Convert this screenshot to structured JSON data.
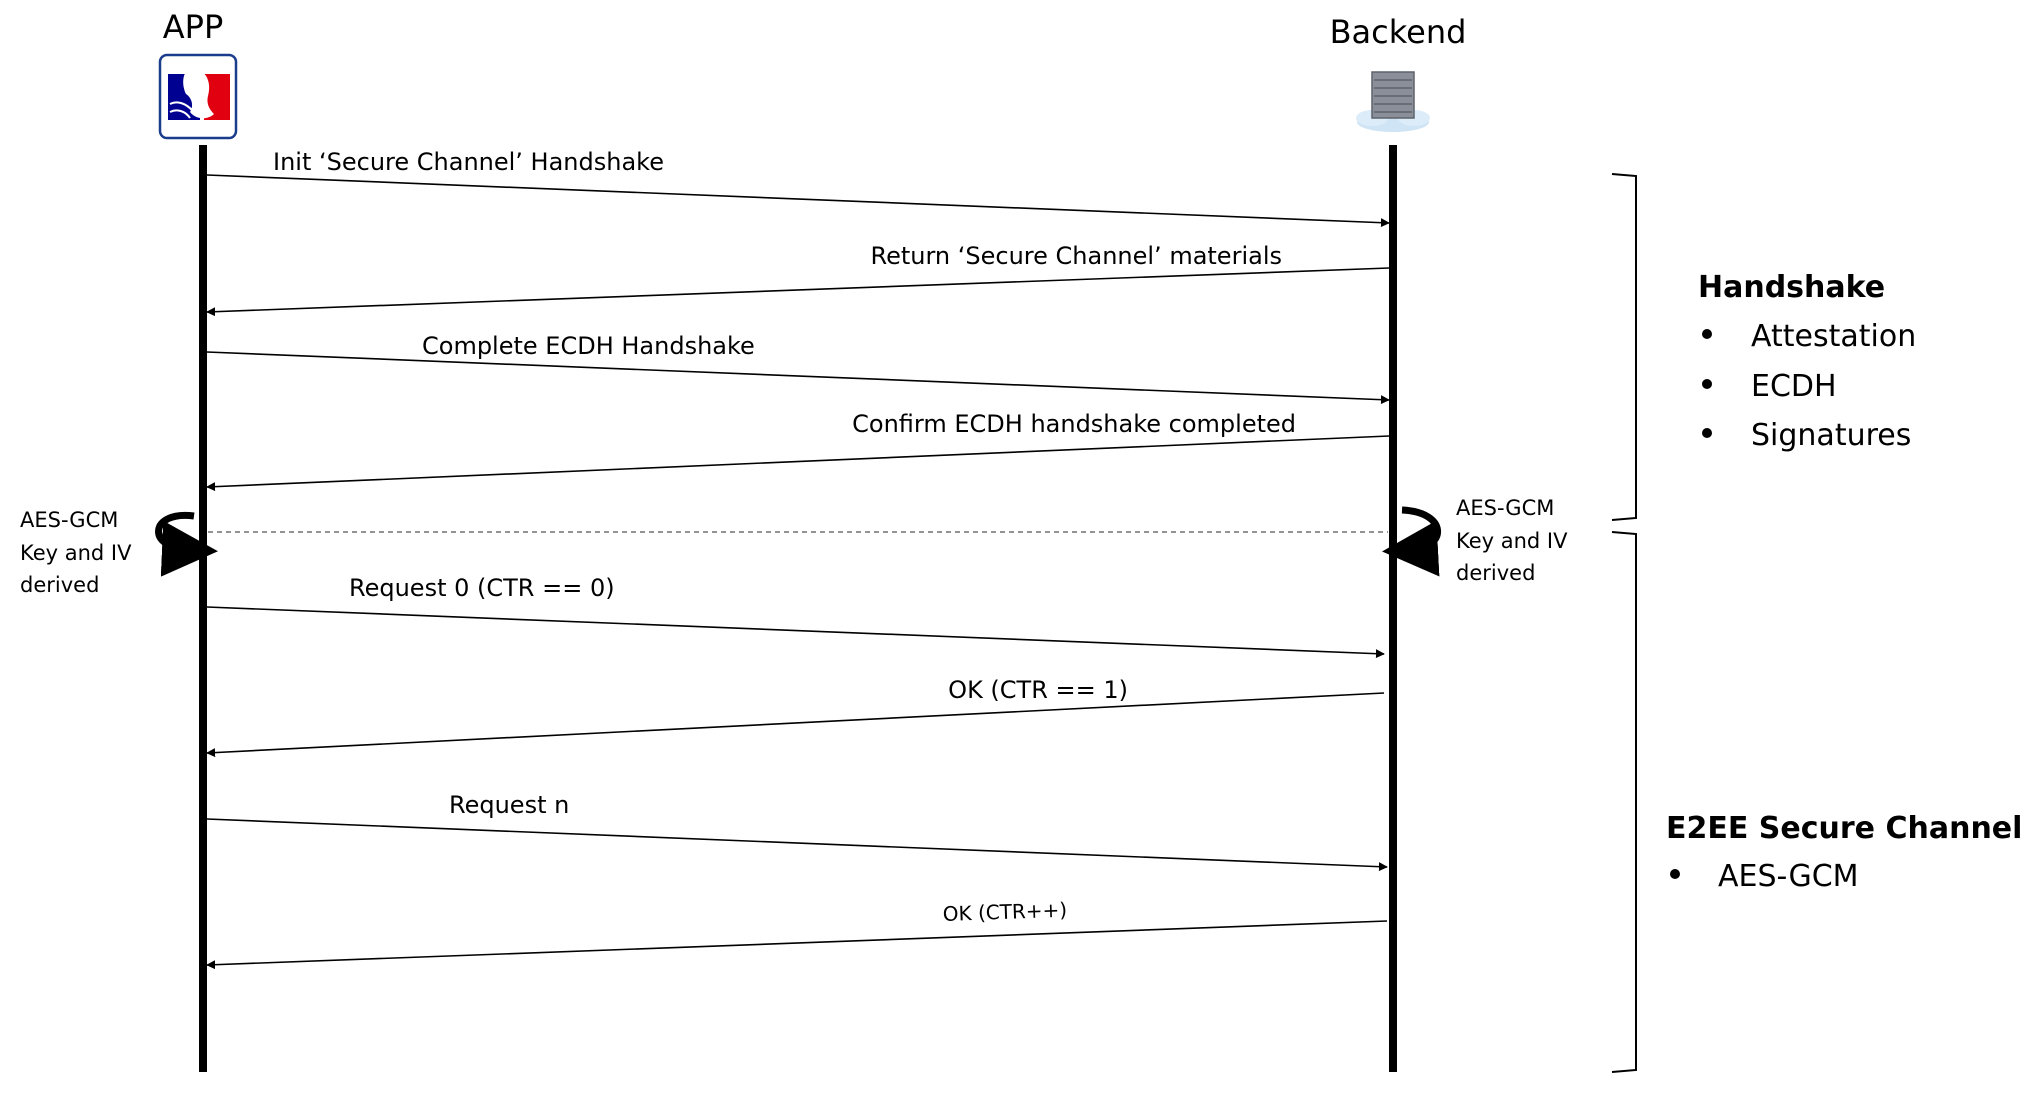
{
  "actors": {
    "app": {
      "label": "APP",
      "icon": "marianne-logo-icon"
    },
    "backend": {
      "label": "Backend",
      "icon": "server-icon"
    }
  },
  "messages": [
    {
      "label": "Init ‘Secure Channel’ Handshake",
      "direction": "app-to-backend"
    },
    {
      "label": "Return ‘Secure Channel’ materials",
      "direction": "backend-to-app"
    },
    {
      "label": "Complete ECDH Handshake",
      "direction": "app-to-backend"
    },
    {
      "label": "Confirm ECDH handshake completed",
      "direction": "backend-to-app"
    },
    {
      "label": "Request 0 (CTR == 0)",
      "direction": "app-to-backend"
    },
    {
      "label": "OK (CTR == 1)",
      "direction": "backend-to-app"
    },
    {
      "label": "Request n",
      "direction": "app-to-backend"
    },
    {
      "label": "OK (CTR++)",
      "direction": "backend-to-app"
    }
  ],
  "derivation": {
    "app": [
      "AES-GCM",
      "Key and IV",
      "derived"
    ],
    "backend": [
      "AES-GCM",
      "Key and IV",
      "derived"
    ]
  },
  "sections": {
    "handshake": {
      "title": "Handshake",
      "items": [
        "Attestation",
        "ECDH",
        "Signatures"
      ]
    },
    "e2ee": {
      "title": "E2EE Secure Channel",
      "items": [
        "AES-GCM"
      ]
    }
  },
  "colors": {
    "line": "#000000",
    "logo_blue": "#000091",
    "logo_red": "#e1000f",
    "logo_border": "#1a3c8c",
    "server_body": "#8a8f99",
    "server_cloud": "#cfe4f5"
  }
}
